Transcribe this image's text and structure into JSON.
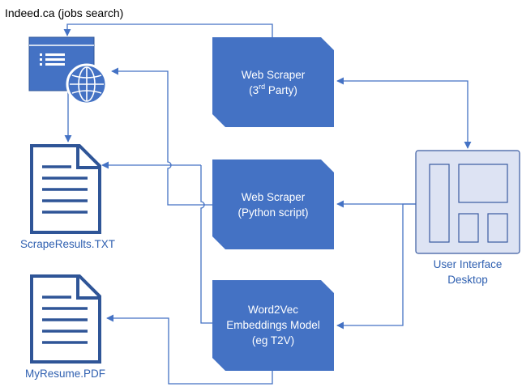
{
  "colors": {
    "primary": "#4472C4",
    "primary_dark": "#2F5597",
    "panel_fill": "#DDE3F3",
    "panel_stroke": "#3A5BA0",
    "connector": "#4472C4"
  },
  "browser": {
    "label": "Indeed.ca (jobs search)",
    "icon": "browser-window-globe-icon"
  },
  "scrape_results": {
    "label": "ScrapeResults.TXT",
    "icon": "text-document-icon"
  },
  "resume": {
    "label": "MyResume.PDF",
    "icon": "text-document-icon"
  },
  "web_scraper_third_party": {
    "line1": "Web Scraper",
    "line2_prefix": "(3",
    "line2_sup": "rd",
    "line2_suffix": " Party)"
  },
  "web_scraper_python": {
    "line1": "Web Scraper",
    "line2": "(Python script)"
  },
  "word2vec": {
    "line1": "Word2Vec",
    "line2": "Embeddings Model",
    "line3": "(eg T2V)"
  },
  "user_interface": {
    "line1": "User Interface",
    "line2": "Desktop",
    "icon": "desktop-layout-icon"
  }
}
